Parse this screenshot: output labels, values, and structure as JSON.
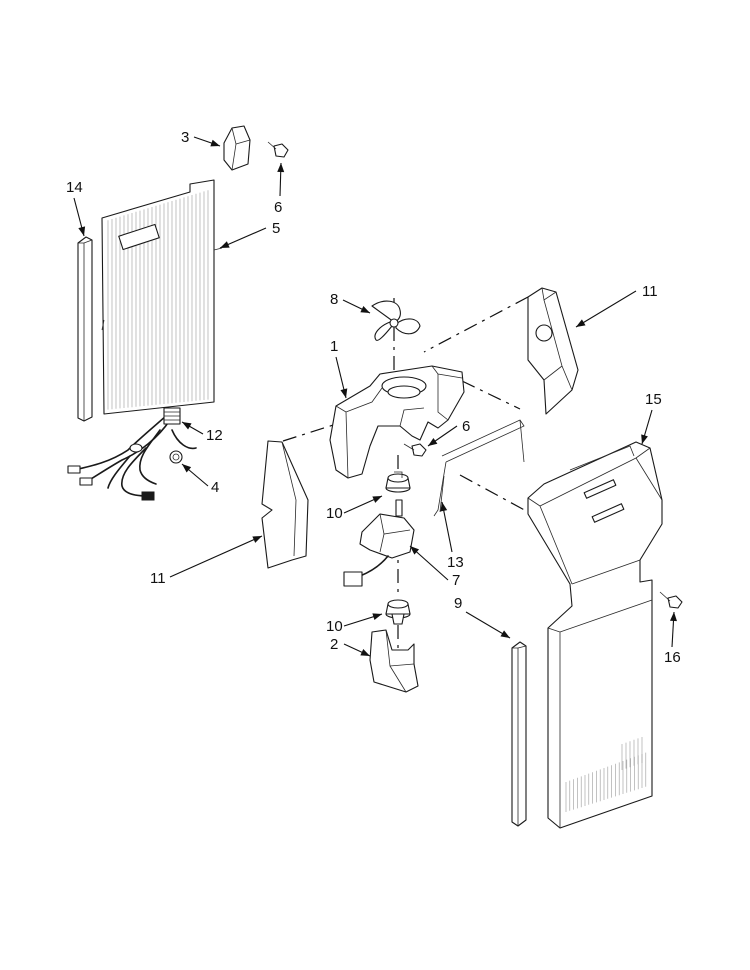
{
  "diagram": {
    "type": "exploded-parts-view",
    "callouts": [
      {
        "id": "callout-3",
        "number": "3",
        "part": "bracket-cap"
      },
      {
        "id": "callout-6-top",
        "number": "6",
        "part": "screw-top"
      },
      {
        "id": "callout-14",
        "number": "14",
        "part": "gasket-strip-left"
      },
      {
        "id": "callout-5",
        "number": "5",
        "part": "rear-panel"
      },
      {
        "id": "callout-12",
        "number": "12",
        "part": "wire-connector"
      },
      {
        "id": "callout-4",
        "number": "4",
        "part": "wire-harness"
      },
      {
        "id": "callout-8",
        "number": "8",
        "part": "fan-blade"
      },
      {
        "id": "callout-1",
        "number": "1",
        "part": "fan-housing"
      },
      {
        "id": "callout-6-mid",
        "number": "6",
        "part": "screw-middle"
      },
      {
        "id": "callout-11-right",
        "number": "11",
        "part": "insulation-right"
      },
      {
        "id": "callout-11-left",
        "number": "11",
        "part": "insulation-left"
      },
      {
        "id": "callout-10-upper",
        "number": "10",
        "part": "grommet-upper"
      },
      {
        "id": "callout-7",
        "number": "7",
        "part": "fan-motor"
      },
      {
        "id": "callout-13",
        "number": "13",
        "part": "wire-bracket"
      },
      {
        "id": "callout-10-lower",
        "number": "10",
        "part": "grommet-lower"
      },
      {
        "id": "callout-2",
        "number": "2",
        "part": "motor-mount"
      },
      {
        "id": "callout-9",
        "number": "9",
        "part": "gasket-strip-right"
      },
      {
        "id": "callout-15",
        "number": "15",
        "part": "air-duct-cover"
      },
      {
        "id": "callout-16",
        "number": "16",
        "part": "screw-right"
      }
    ]
  },
  "colors": {
    "line": "#1a1a1a",
    "background": "#ffffff",
    "hatch": "#9a9a9a"
  }
}
